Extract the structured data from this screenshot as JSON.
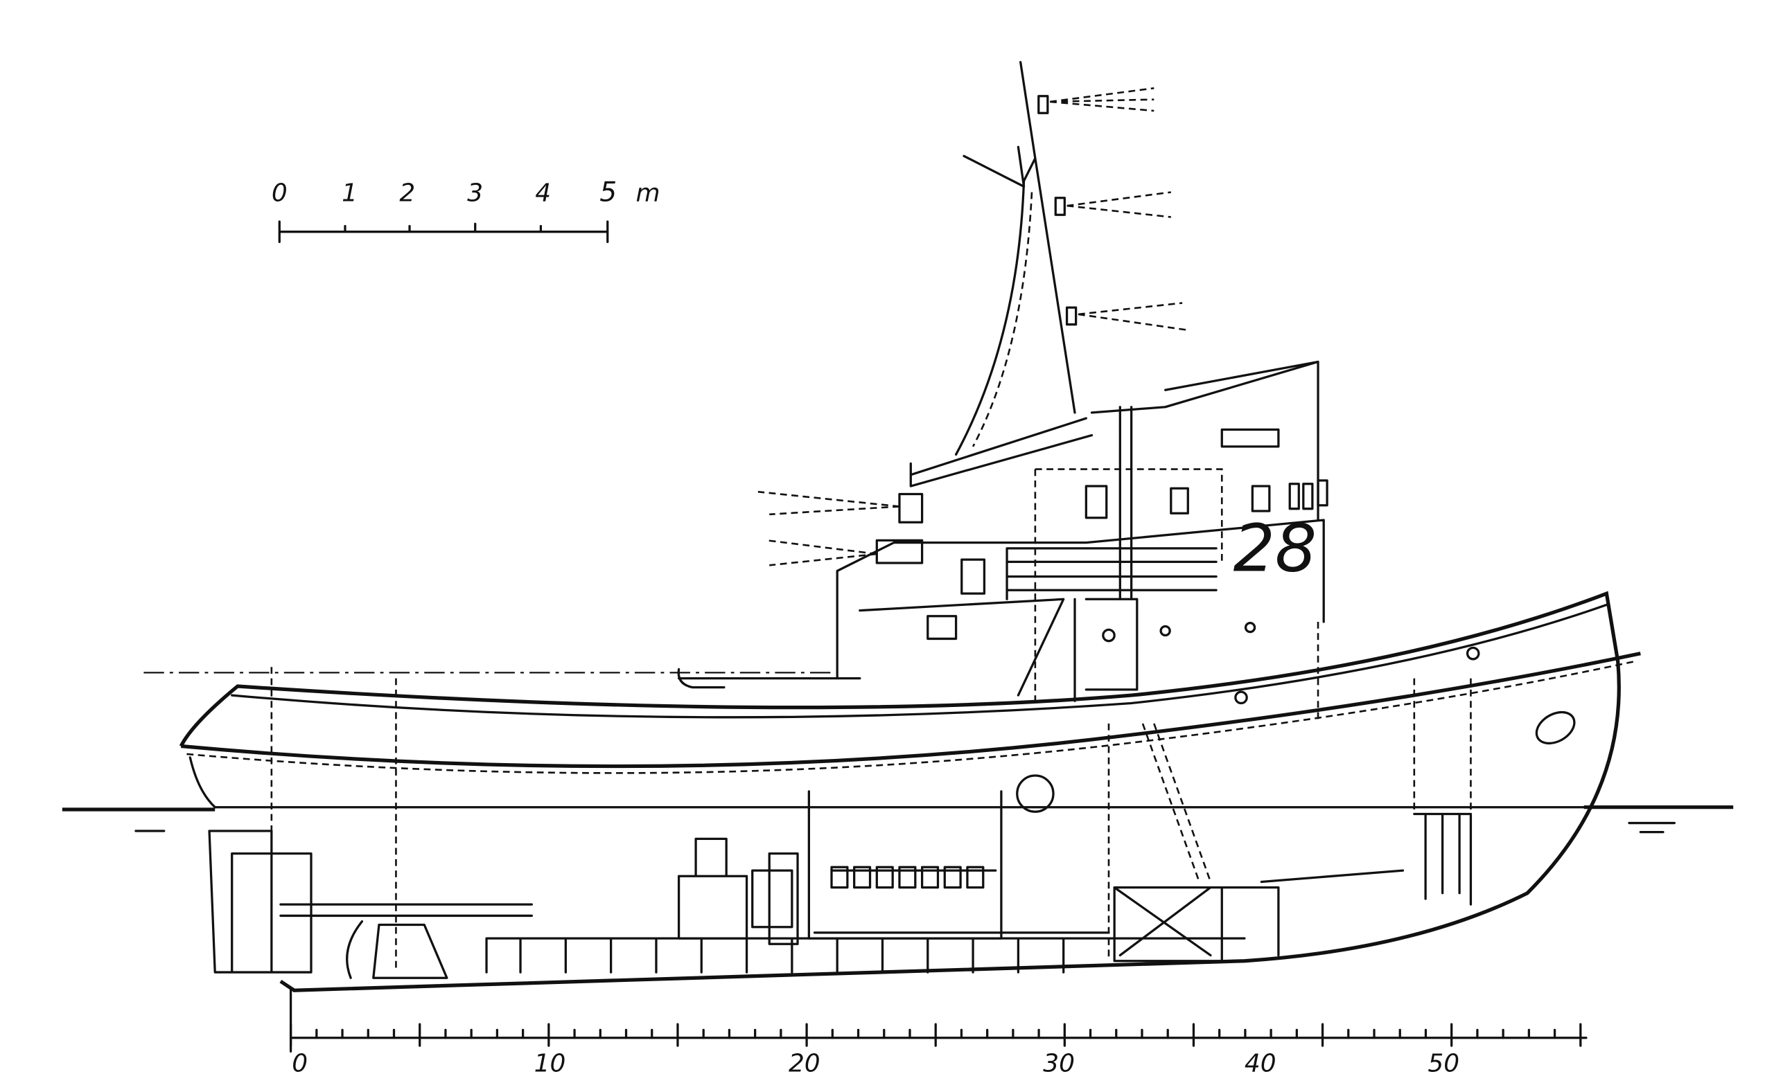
{
  "drawing": {
    "title_number": "28",
    "scale_bar": {
      "labels": [
        "0",
        "1",
        "2",
        "3",
        "4",
        "5"
      ],
      "unit": "m"
    },
    "frame_ruler": {
      "labels": [
        "0",
        "10",
        "20",
        "30",
        "40",
        "50"
      ]
    }
  }
}
